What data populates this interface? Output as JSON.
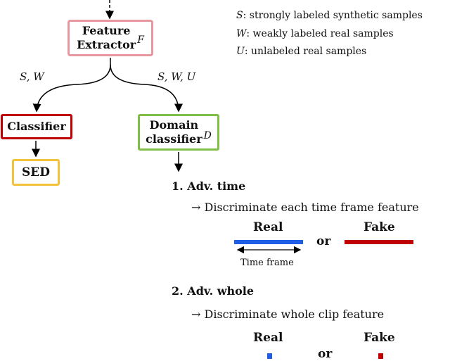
{
  "nodes": {
    "feature_extractor": {
      "label_line1": "Feature",
      "label_line2": "Extractor",
      "symbol": "F"
    },
    "classifier": {
      "label": "Classifier"
    },
    "domain_classifier": {
      "label_line1": "Domain",
      "label_line2": "classifier",
      "symbol": "D"
    },
    "sed": {
      "label": "SED"
    }
  },
  "edges": {
    "left_label": "S, W",
    "right_label": "S, W, U"
  },
  "legend": [
    {
      "symbol": "S",
      "text": ": strongly labeled synthetic samples"
    },
    {
      "symbol": "W",
      "text": ": weakly labeled real samples"
    },
    {
      "symbol": "U",
      "text": ": unlabeled real samples"
    }
  ],
  "adv_time": {
    "heading": "1. Adv. time",
    "description": "→ Discriminate each time frame feature",
    "real_label": "Real",
    "or_label": "or",
    "fake_label": "Fake",
    "frame_label": "Time frame"
  },
  "adv_whole": {
    "heading": "2. Adv. whole",
    "description": "→ Discriminate whole clip feature",
    "real_label": "Real",
    "or_label": "or",
    "fake_label": "Fake"
  },
  "colors": {
    "real": "#1f5de8",
    "fake": "#c00000",
    "feature_border": "#e8979f",
    "classifier_border": "#c00000",
    "domain_border": "#7fbf46",
    "sed_border": "#f2c23b"
  }
}
